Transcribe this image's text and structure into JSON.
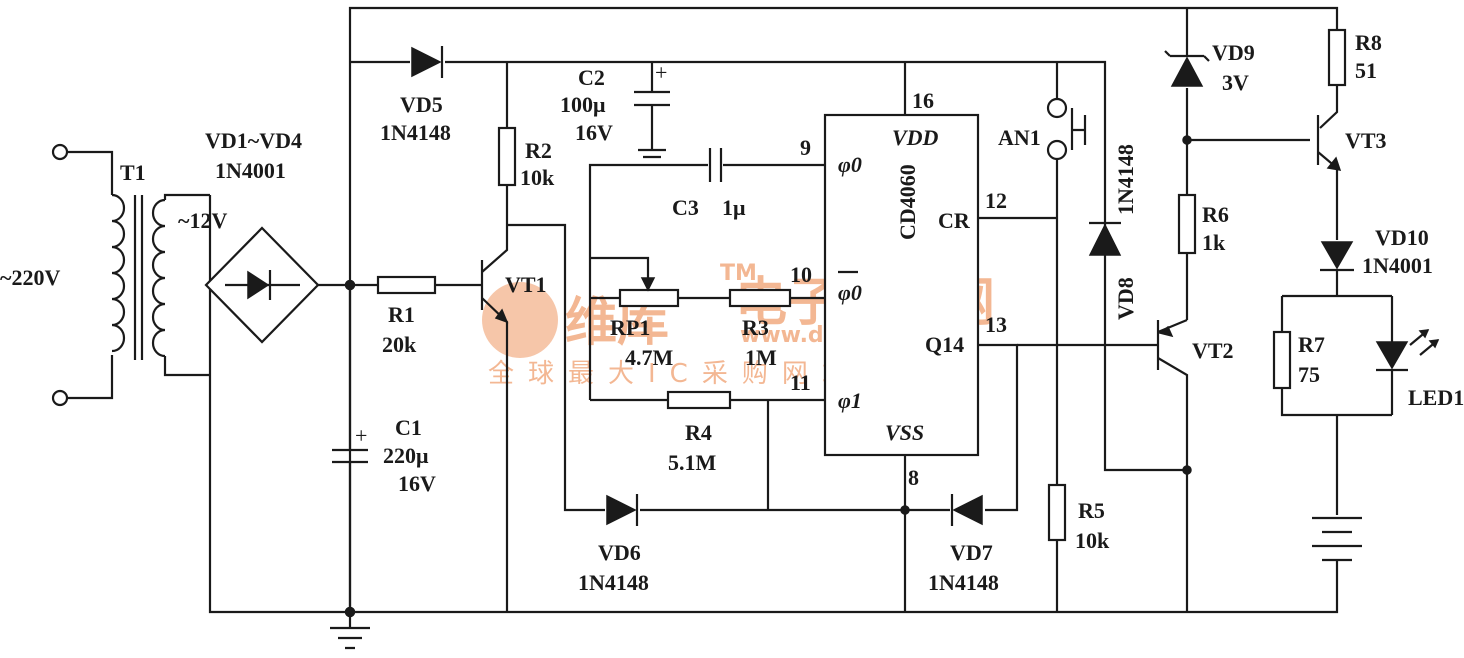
{
  "mains": {
    "voltage": "~220V"
  },
  "transformer": {
    "ref": "T1",
    "secondary": "~12V"
  },
  "bridge": {
    "ref": "VD1~VD4",
    "part": "1N4001"
  },
  "diodes": {
    "vd5": {
      "ref": "VD5",
      "part": "1N4148"
    },
    "vd6": {
      "ref": "VD6",
      "part": "1N4148"
    },
    "vd7": {
      "ref": "VD7",
      "part": "1N4148"
    },
    "vd8": {
      "ref": "VD8",
      "part": "1N4148"
    },
    "vd9": {
      "ref": "VD9",
      "part": "3V"
    },
    "vd10": {
      "ref": "VD10",
      "part": "1N4001"
    }
  },
  "resistors": {
    "r1": {
      "ref": "R1",
      "value": "20k"
    },
    "r2": {
      "ref": "R2",
      "value": "10k"
    },
    "r3": {
      "ref": "R3",
      "value": "1M"
    },
    "r4": {
      "ref": "R4",
      "value": "5.1M"
    },
    "r5": {
      "ref": "R5",
      "value": "10k"
    },
    "r6": {
      "ref": "R6",
      "value": "1k"
    },
    "r7": {
      "ref": "R7",
      "value": "75"
    },
    "r8": {
      "ref": "R8",
      "value": "51"
    },
    "rp1": {
      "ref": "RP1",
      "value": "4.7M"
    }
  },
  "capacitors": {
    "c1": {
      "ref": "C1",
      "value": "220μ",
      "voltage": "16V"
    },
    "c2": {
      "ref": "C2",
      "value": "100μ",
      "voltage": "16V"
    },
    "c3": {
      "ref": "C3",
      "value": "1μ"
    }
  },
  "transistors": {
    "vt1": "VT1",
    "vt2": "VT2",
    "vt3": "VT3"
  },
  "switch": {
    "ref": "AN1"
  },
  "led": {
    "ref": "LED1"
  },
  "ic": {
    "part": "CD4060",
    "pins": {
      "p16": "16",
      "p9": "9",
      "p10": "10",
      "p11": "11",
      "p12": "12",
      "p13": "13",
      "p8": "8"
    },
    "pin_names": {
      "vdd": "VDD",
      "vss": "VSS",
      "phi0": "φ0",
      "phi0bar": "φ0",
      "phi1": "φ1",
      "cr": "CR",
      "q14": "Q14"
    }
  },
  "watermark": {
    "brand": "维库",
    "site": "电子市场网",
    "url": "www.dzsc.com",
    "tagline": "全球最大IC采购网站",
    "tm": "TM"
  },
  "colors": {
    "ink": "#1a1a1a",
    "watermark": "#f0a070"
  }
}
